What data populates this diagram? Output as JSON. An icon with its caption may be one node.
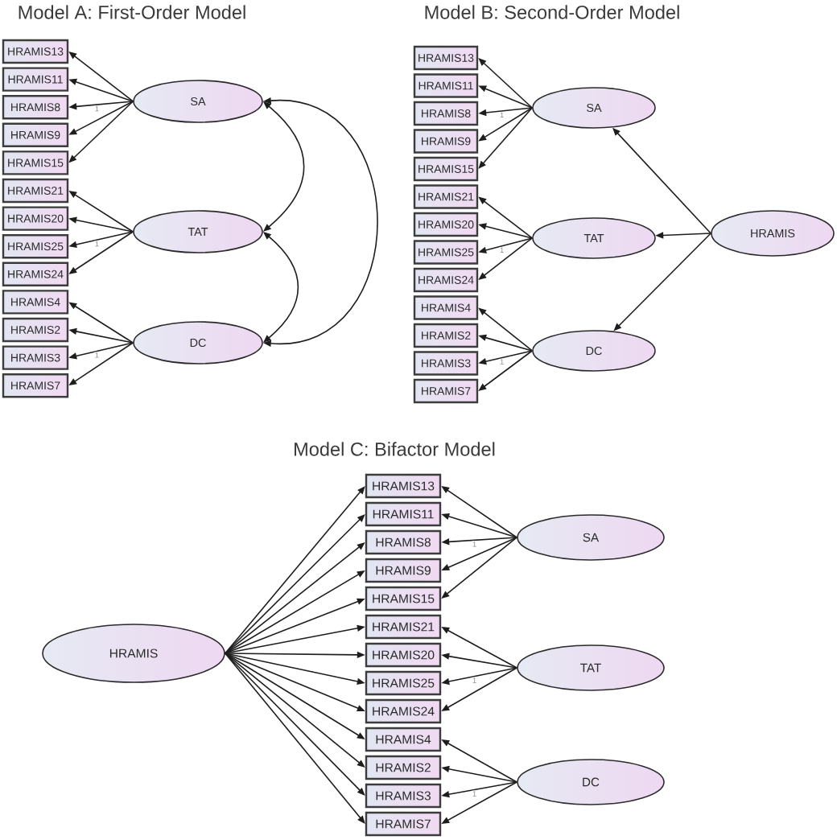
{
  "diagram": {
    "nodes": [
      {
        "text": [
          "HRAMIS13"
        ]
      },
      {
        "text": [
          "HRAMIS11"
        ]
      },
      {
        "text": [
          "HRAMIS8"
        ]
      },
      {
        "text": [
          "HRAMIS9"
        ]
      },
      {
        "text": [
          "HRAMIS15"
        ]
      },
      {
        "text": [
          "HRAMIS21"
        ]
      },
      {
        "text": [
          "HRAMIS20"
        ]
      },
      {
        "text": [
          "HRAMIS25"
        ]
      },
      {
        "text": [
          "HRAMIS24"
        ]
      },
      {
        "text": [
          "HRAMIS4"
        ]
      },
      {
        "text": [
          "HRAMIS2"
        ]
      },
      {
        "text": [
          "HRAMIS3"
        ]
      },
      {
        "text": [
          "HRAMIS7"
        ]
      },
      {
        "text": [
          "SA"
        ]
      },
      {
        "text": [
          "TAT"
        ]
      },
      {
        "text": [
          "DC"
        ]
      },
      {
        "text": [
          "HRAMIS13"
        ]
      },
      {
        "text": [
          "HRAMIS11"
        ]
      },
      {
        "text": [
          "HRAMIS8"
        ]
      },
      {
        "text": [
          "HRAMIS9"
        ]
      },
      {
        "text": [
          "HRAMIS15"
        ]
      },
      {
        "text": [
          "HRAMIS21"
        ]
      },
      {
        "text": [
          "HRAMIS20"
        ]
      },
      {
        "text": [
          "HRAMIS25"
        ]
      },
      {
        "text": [
          "HRAMIS24"
        ]
      },
      {
        "text": [
          "HRAMIS4"
        ]
      },
      {
        "text": [
          "HRAMIS2"
        ]
      },
      {
        "text": [
          "HRAMIS3"
        ]
      },
      {
        "text": [
          "HRAMIS7"
        ]
      },
      {
        "text": [
          "SA"
        ]
      },
      {
        "text": [
          "TAT"
        ]
      },
      {
        "text": [
          "DC"
        ]
      },
      {
        "text": [
          "HRAMIS"
        ]
      },
      {
        "text": [
          "HRAMIS"
        ]
      },
      {
        "text": [
          "HRAMIS13"
        ]
      },
      {
        "text": [
          "HRAMIS11"
        ]
      },
      {
        "text": [
          "HRAMIS8"
        ]
      },
      {
        "text": [
          "HRAMIS9"
        ]
      },
      {
        "text": [
          "HRAMIS15"
        ]
      },
      {
        "text": [
          "HRAMIS21"
        ]
      },
      {
        "text": [
          "HRAMIS20"
        ]
      },
      {
        "text": [
          "HRAMIS25"
        ]
      },
      {
        "text": [
          "HRAMIS24"
        ]
      },
      {
        "text": [
          "HRAMIS4"
        ]
      },
      {
        "text": [
          "HRAMIS2"
        ]
      },
      {
        "text": [
          "HRAMIS3"
        ]
      },
      {
        "text": [
          "HRAMIS7"
        ]
      },
      {
        "text": [
          "SA"
        ]
      },
      {
        "text": [
          "TAT"
        ]
      },
      {
        "text": [
          "DC"
        ]
      }
    ],
    "edges": [
      {
        "from": 13,
        "to": 0,
        "arrow": "to"
      },
      {
        "from": 13,
        "to": 1,
        "arrow": "to"
      },
      {
        "from": 13,
        "to": 2,
        "arrow": "to",
        "label": "1"
      },
      {
        "from": 13,
        "to": 3,
        "arrow": "to"
      },
      {
        "from": 13,
        "to": 4,
        "arrow": "to"
      },
      {
        "from": 14,
        "to": 5,
        "arrow": "to"
      },
      {
        "from": 14,
        "to": 6,
        "arrow": "to"
      },
      {
        "from": 14,
        "to": 7,
        "arrow": "to",
        "label": "1"
      },
      {
        "from": 14,
        "to": 8,
        "arrow": "to"
      },
      {
        "from": 15,
        "to": 9,
        "arrow": "to"
      },
      {
        "from": 15,
        "to": 10,
        "arrow": "to"
      },
      {
        "from": 15,
        "to": 11,
        "arrow": "to",
        "label": "1"
      },
      {
        "from": 15,
        "to": 12,
        "arrow": "to"
      },
      {
        "from": 13,
        "to": 14,
        "arrow": "both"
      },
      {
        "from": 14,
        "to": 15,
        "arrow": "both"
      },
      {
        "from": 13,
        "to": 15,
        "arrow": "both"
      },
      {
        "from": 29,
        "to": 16,
        "arrow": "to"
      },
      {
        "from": 29,
        "to": 17,
        "arrow": "to"
      },
      {
        "from": 29,
        "to": 18,
        "arrow": "to",
        "label": "1"
      },
      {
        "from": 29,
        "to": 19,
        "arrow": "to"
      },
      {
        "from": 29,
        "to": 20,
        "arrow": "to"
      },
      {
        "from": 30,
        "to": 21,
        "arrow": "to"
      },
      {
        "from": 30,
        "to": 22,
        "arrow": "to"
      },
      {
        "from": 30,
        "to": 23,
        "arrow": "to",
        "label": "1"
      },
      {
        "from": 30,
        "to": 24,
        "arrow": "to"
      },
      {
        "from": 31,
        "to": 25,
        "arrow": "to"
      },
      {
        "from": 31,
        "to": 26,
        "arrow": "to"
      },
      {
        "from": 31,
        "to": 27,
        "arrow": "to",
        "label": "1"
      },
      {
        "from": 31,
        "to": 28,
        "arrow": "to"
      },
      {
        "from": 32,
        "to": 29,
        "arrow": "to"
      },
      {
        "from": 32,
        "to": 30,
        "arrow": "to"
      },
      {
        "from": 32,
        "to": 31,
        "arrow": "to"
      },
      {
        "from": 33,
        "to": 34,
        "arrow": "to"
      },
      {
        "from": 33,
        "to": 35,
        "arrow": "to"
      },
      {
        "from": 33,
        "to": 36,
        "arrow": "to"
      },
      {
        "from": 33,
        "to": 37,
        "arrow": "to"
      },
      {
        "from": 33,
        "to": 38,
        "arrow": "to"
      },
      {
        "from": 33,
        "to": 39,
        "arrow": "to"
      },
      {
        "from": 33,
        "to": 40,
        "arrow": "to"
      },
      {
        "from": 33,
        "to": 41,
        "arrow": "to"
      },
      {
        "from": 33,
        "to": 42,
        "arrow": "to"
      },
      {
        "from": 33,
        "to": 43,
        "arrow": "to"
      },
      {
        "from": 33,
        "to": 44,
        "arrow": "to"
      },
      {
        "from": 33,
        "to": 45,
        "arrow": "to"
      },
      {
        "from": 33,
        "to": 46,
        "arrow": "to"
      },
      {
        "from": 47,
        "to": 34,
        "arrow": "to"
      },
      {
        "from": 47,
        "to": 35,
        "arrow": "to"
      },
      {
        "from": 47,
        "to": 36,
        "arrow": "to",
        "label": "1"
      },
      {
        "from": 47,
        "to": 37,
        "arrow": "to"
      },
      {
        "from": 47,
        "to": 38,
        "arrow": "to"
      },
      {
        "from": 48,
        "to": 39,
        "arrow": "to"
      },
      {
        "from": 48,
        "to": 40,
        "arrow": "to"
      },
      {
        "from": 48,
        "to": 41,
        "arrow": "to",
        "label": "1"
      },
      {
        "from": 48,
        "to": 42,
        "arrow": "to"
      },
      {
        "from": 49,
        "to": 43,
        "arrow": "to"
      },
      {
        "from": 49,
        "to": 44,
        "arrow": "to"
      },
      {
        "from": 49,
        "to": 45,
        "arrow": "to",
        "label": "1"
      },
      {
        "from": 49,
        "to": 46,
        "arrow": "to"
      }
    ],
    "labels": [
      "Model A: First-Order Model",
      "Model B: Second-Order Model",
      "Model C: Bifactor Model"
    ]
  }
}
